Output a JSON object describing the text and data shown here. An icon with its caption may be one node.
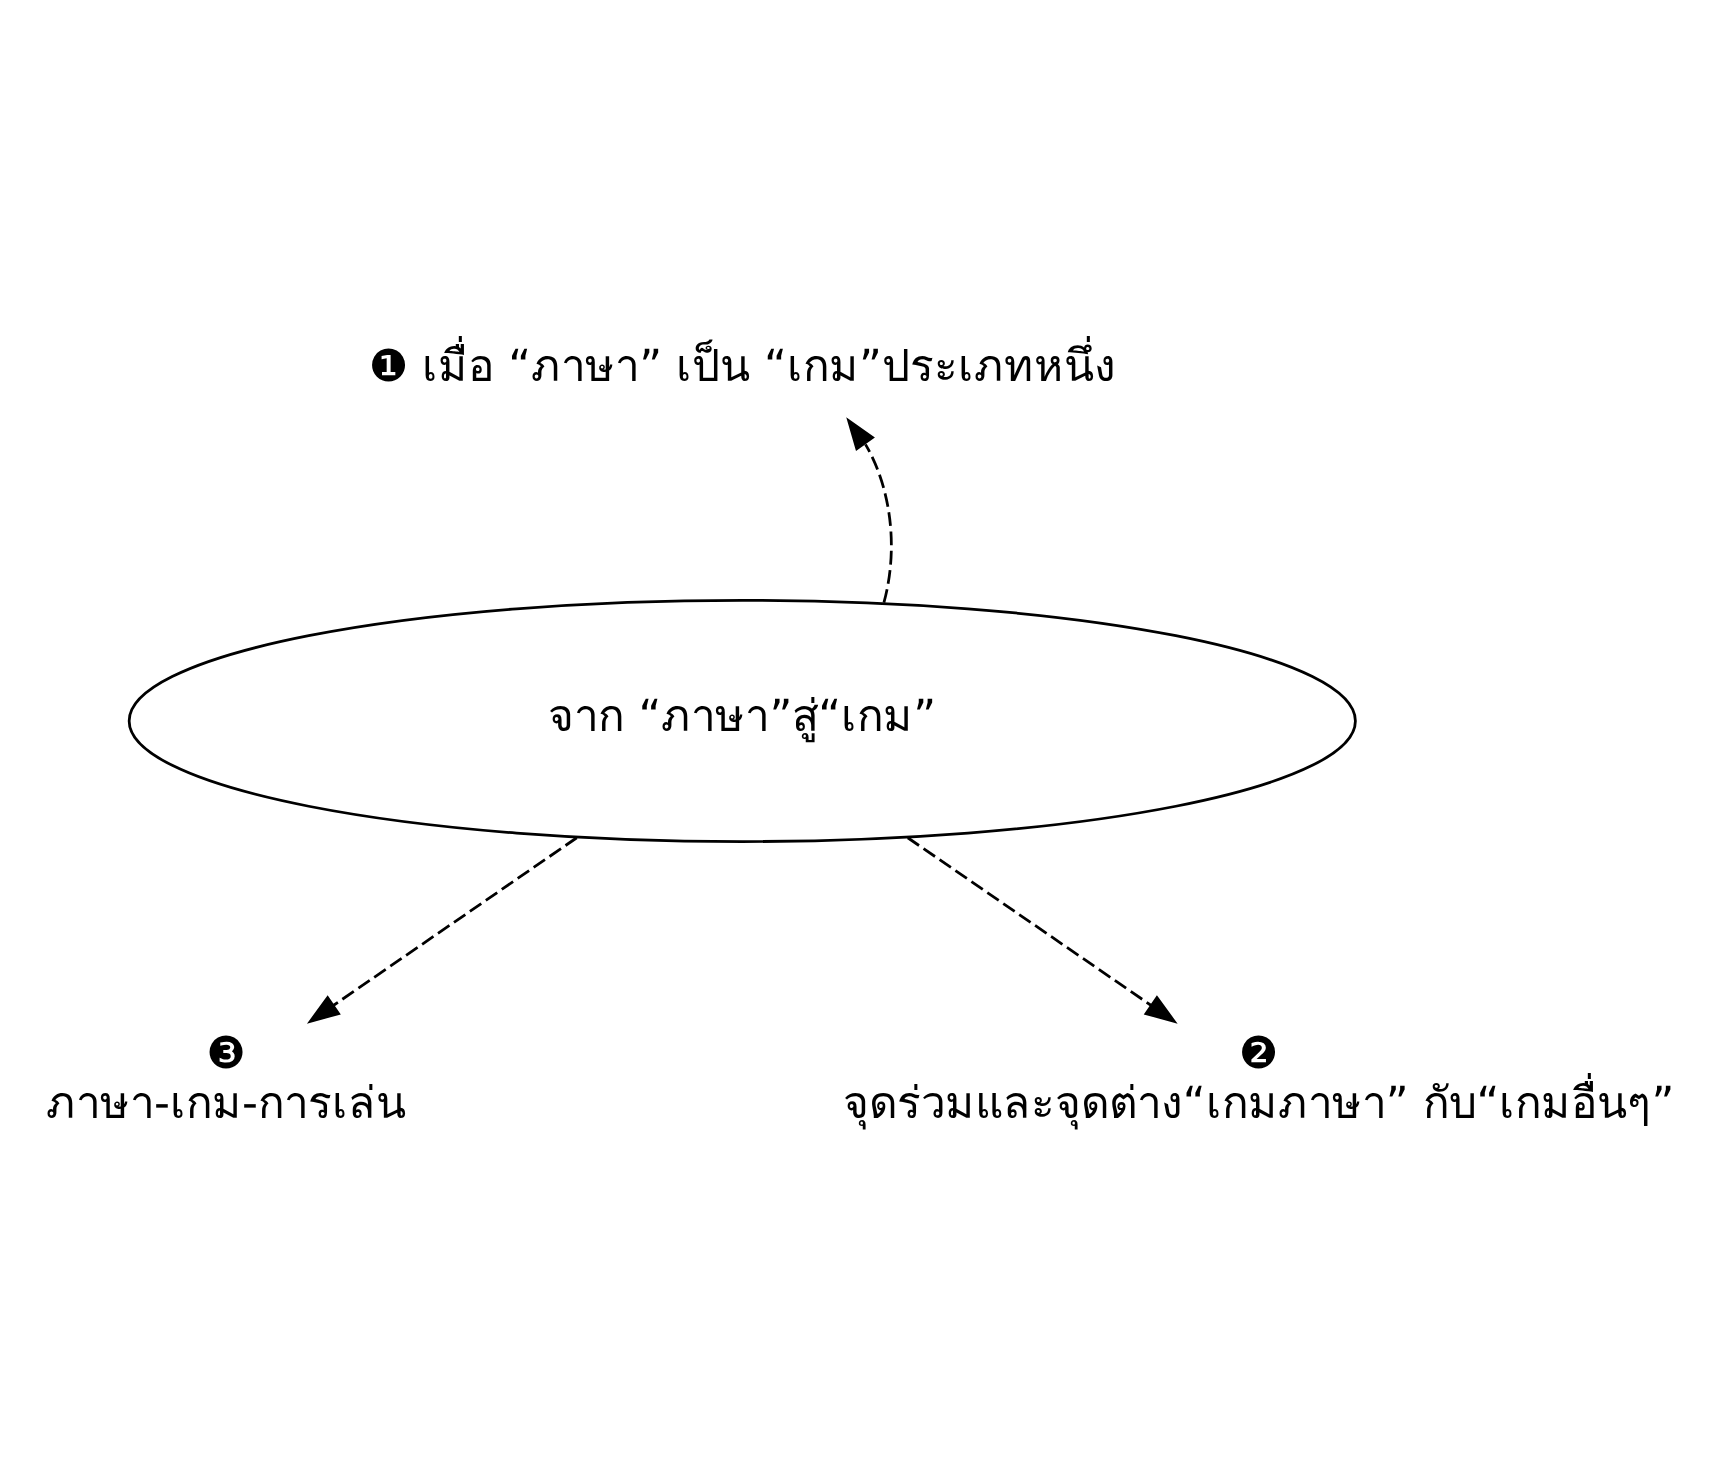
{
  "diagram": {
    "nodes": [
      {
        "text": [
          "❶ เมื่อ “ภาษา” เป็น “เกม”ประเภทหนึ่ง"
        ]
      },
      {
        "text": [
          "จาก “ภาษา”สู่“เกม”"
        ]
      },
      {
        "text": [
          "❸",
          "ภาษา-เกม-การเล่น"
        ]
      },
      {
        "text": [
          "❷",
          "จุดร่วมและจุดต่าง“เกมภาษา” กับ“เกมอื่นๆ”"
        ]
      }
    ],
    "edges": [
      {
        "from": 1,
        "to": 0,
        "arrow": "to",
        "style": "dashed"
      },
      {
        "from": 1,
        "to": 2,
        "arrow": "to",
        "style": "dashed"
      },
      {
        "from": 1,
        "to": 3,
        "arrow": "to",
        "style": "dashed"
      }
    ]
  }
}
